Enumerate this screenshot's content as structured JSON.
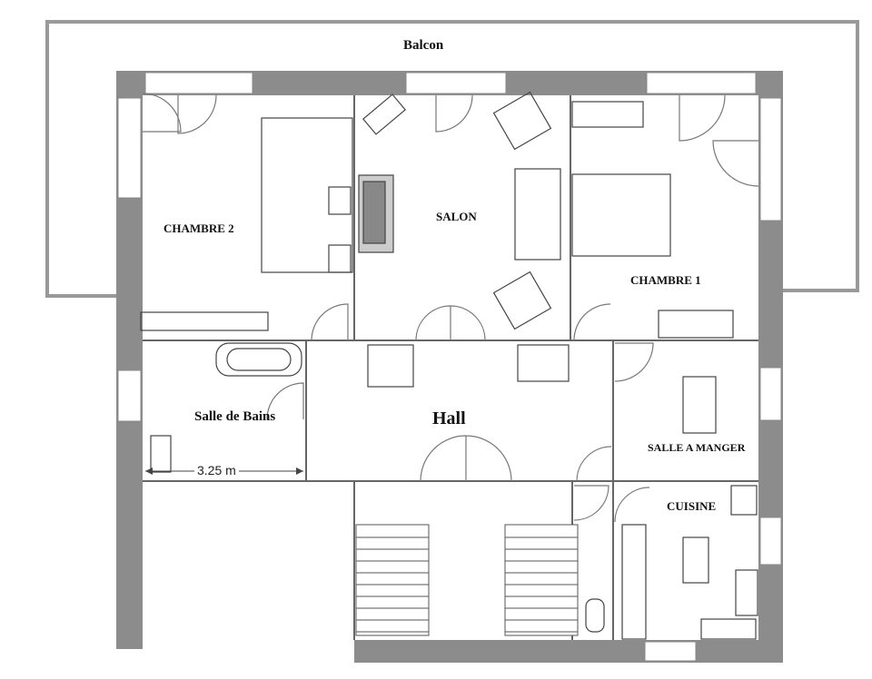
{
  "rooms": {
    "balcony": "Balcon",
    "bedroom2": "CHAMBRE 2",
    "living": "SALON",
    "bedroom1": "CHAMBRE 1",
    "bathroom": "Salle de Bains",
    "hall": "Hall",
    "dining": "SALLE A MANGER",
    "kitchen": "CUISINE"
  },
  "dimensions": {
    "bathroom_width": "3.25 m"
  },
  "colors": {
    "wall": "#8c8c8c",
    "line": "#555555",
    "background": "#ffffff"
  }
}
